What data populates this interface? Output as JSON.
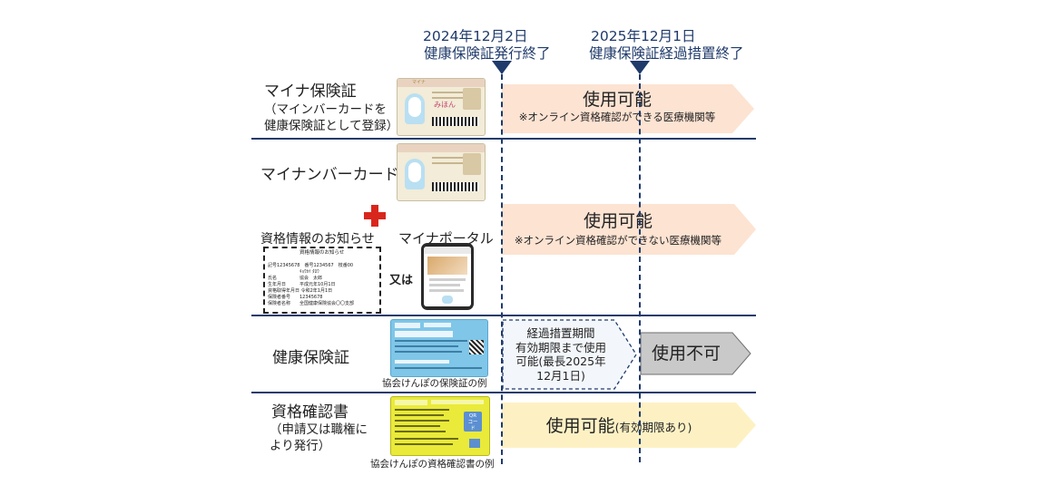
{
  "timeline": {
    "milestones": [
      {
        "date": "2024年12月2日",
        "event": "健康保険証発行終了"
      },
      {
        "date": "2025年12月1日",
        "event": "健康保険証経過措置終了"
      }
    ]
  },
  "rows": {
    "mynumber_insurance": {
      "title": "マイナ保険証",
      "sub": "（マインバーカードを健康保険証として登録）",
      "status": "使用可能",
      "note": "※オンライン資格確認ができる医療機関等"
    },
    "mynumber_card": {
      "title": "マイナンバーカード"
    },
    "qualification_notice": {
      "title": "資格情報のお知らせ",
      "or_label": "又は",
      "portal": "マイナポータル",
      "status": "使用可能",
      "note": "※オンライン資格確認ができない医療機関等",
      "doc_title": "資格情報のお知らせ",
      "doc_lines": [
        "記号12345678　番号1234567　枝番00",
        "　　　　　　　ｷｮｳｶｲ ﾀﾛｳ",
        "氏名　　　　　協会　太郎",
        "生年月日　　　平成元年10月1日",
        "資格取得年月日 令和2年1月1日",
        "保険者番号　　12345678",
        "保険者名称　　全国健康保険協会〇〇支部"
      ]
    },
    "health_insurance_card": {
      "title": "健康保険証",
      "transition_text": "経過措置期間\n有効期限まで使用\n可能(最長2025年\n12月1日)",
      "unusable": "使用不可",
      "caption": "協会けんぽの保険証の例"
    },
    "qualification_certificate": {
      "title": "資格確認書",
      "sub": "（申請又は職権により発行）",
      "status": "使用可能",
      "status_note": "(有効期限あり)",
      "caption": "協会けんぽの資格確認書の例",
      "qr_label": "QR\nコード"
    }
  },
  "card_labels": {
    "mynumber_card_head": "マイナ",
    "mynumber_card_badge": "みほん"
  },
  "colors": {
    "navy": "#1f3a6b",
    "peach": "#fde3d2",
    "light_yellow": "#fdf1c4",
    "gray_arrow": "#c9c9c9",
    "transition_bg": "#f3f7fb",
    "cross_red": "#d9261c",
    "insurance_card_blue": "#7fc6e8",
    "certificate_yellow": "#e9ea3a"
  }
}
